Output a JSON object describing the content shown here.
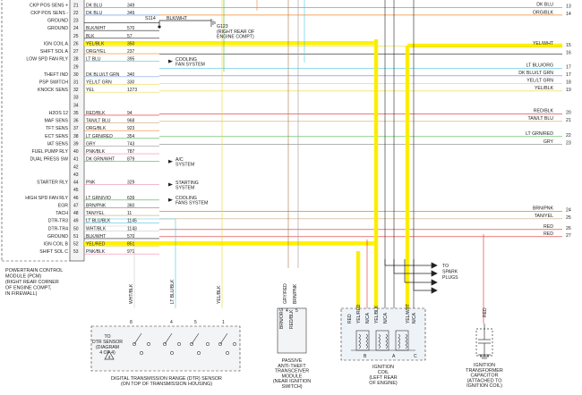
{
  "colors": {
    "highlight": "#fff100",
    "wire": "#222222",
    "orange": "#f08a24",
    "cyan": "#4cc8e0",
    "green": "#4db34d",
    "yellow_wire": "#e6d832",
    "red": "#e02828",
    "pink": "#f28db2",
    "blue": "#5a8cd8",
    "purple": "#b48ad8",
    "brown": "#a9774a",
    "tan": "#c8a878",
    "gray": "#9a9a9a",
    "white": "#cccccc"
  },
  "pcm_rows": [
    {
      "label": "CKP POS SENS +",
      "pin": "21",
      "wire": "DK BLU",
      "circuit": "349",
      "color": "blue"
    },
    {
      "label": "CKP POS SENS -",
      "pin": "22",
      "wire": "DK BLU",
      "circuit": "349",
      "color": "blue"
    },
    {
      "label": "GROUND",
      "pin": "23",
      "wire": "",
      "circuit": "",
      "color": "wire"
    },
    {
      "label": "GROUND",
      "pin": "24",
      "wire": "BLK/WHT",
      "circuit": "570",
      "color": "wire"
    },
    {
      "label": "",
      "pin": "25",
      "wire": "BLK",
      "circuit": "57",
      "color": "wire"
    },
    {
      "label": "IGN COIL A",
      "pin": "26",
      "wire": "YEL/BLK",
      "circuit": "350",
      "color": "yellow_wire",
      "highlight": true
    },
    {
      "label": "SHIFT SOL A",
      "pin": "27",
      "wire": "ORG/YEL",
      "circuit": "237",
      "color": "orange"
    },
    {
      "label": "LOW SPD FAN RLY",
      "pin": "28",
      "wire": "LT BLU",
      "circuit": "395",
      "color": "cyan"
    },
    {
      "label": "",
      "pin": "29",
      "wire": "",
      "circuit": "",
      "color": "wire"
    },
    {
      "label": "THEFT IND",
      "pin": "30",
      "wire": "DK BLU/LT GRN",
      "circuit": "340",
      "color": "blue"
    },
    {
      "label": "PSP SWITCH",
      "pin": "31",
      "wire": "YEL/LT GRN",
      "circuit": "330",
      "color": "yellow_wire"
    },
    {
      "label": "KNOCK SENS",
      "pin": "32",
      "wire": "YEL",
      "circuit": "1273",
      "color": "yellow_wire"
    },
    {
      "label": "",
      "pin": "33",
      "wire": "",
      "circuit": "",
      "color": "wire"
    },
    {
      "label": "",
      "pin": "34",
      "wire": "",
      "circuit": "",
      "color": "wire"
    },
    {
      "label": "H2OS 12",
      "pin": "35",
      "wire": "RED/BLK",
      "circuit": "94",
      "color": "red"
    },
    {
      "label": "MAF SENS",
      "pin": "36",
      "wire": "TAN/LT BLU",
      "circuit": "968",
      "color": "tan"
    },
    {
      "label": "TFT SENS",
      "pin": "37",
      "wire": "ORG/BLK",
      "circuit": "923",
      "color": "orange"
    },
    {
      "label": "ECT SENS",
      "pin": "38",
      "wire": "LT GRN/RED",
      "circuit": "354",
      "color": "green"
    },
    {
      "label": "IAT SENS",
      "pin": "39",
      "wire": "GRY",
      "circuit": "743",
      "color": "gray"
    },
    {
      "label": "FUEL PUMP RLY",
      "pin": "40",
      "wire": "PNK/BLK",
      "circuit": "787",
      "color": "pink"
    },
    {
      "label": "DUAL PRESS SW",
      "pin": "41",
      "wire": "DK GRN/WHT",
      "circuit": "879",
      "color": "green"
    },
    {
      "label": "",
      "pin": "42",
      "wire": "",
      "circuit": "",
      "color": "wire"
    },
    {
      "label": "",
      "pin": "43",
      "wire": "",
      "circuit": "",
      "color": "wire"
    },
    {
      "label": "STARTER RLY",
      "pin": "44",
      "wire": "PNK",
      "circuit": "329",
      "color": "pink"
    },
    {
      "label": "",
      "pin": "45",
      "wire": "",
      "circuit": "",
      "color": "wire"
    },
    {
      "label": "HIGH SPD FAN RLY",
      "pin": "46",
      "wire": "LT GRN/VIO",
      "circuit": "639",
      "color": "green"
    },
    {
      "label": "EGR",
      "pin": "47",
      "wire": "BRN/PNK",
      "circuit": "360",
      "color": "brown"
    },
    {
      "label": "TACH",
      "pin": "48",
      "wire": "TAN/YEL",
      "circuit": "11",
      "color": "tan"
    },
    {
      "label": "DTR-TR3",
      "pin": "49",
      "wire": "LT BLU/BLK",
      "circuit": "1145",
      "color": "cyan"
    },
    {
      "label": "DTR-TR4",
      "pin": "50",
      "wire": "WHT/BLK",
      "circuit": "1143",
      "color": "white"
    },
    {
      "label": "GROUND",
      "pin": "51",
      "wire": "BLK/WHT",
      "circuit": "570",
      "color": "wire"
    },
    {
      "label": "IGN COIL B",
      "pin": "52",
      "wire": "YEL/RED",
      "circuit": "851",
      "color": "yellow_wire",
      "highlight": true
    },
    {
      "label": "SHIFT SOL C",
      "pin": "53",
      "wire": "PNK/BLK",
      "circuit": "971",
      "color": "pink"
    }
  ],
  "pcm_caption": [
    "POWERTRAIN CONTROL",
    "MODULE (PCM)",
    "(RIGHT REAR CORNER",
    "OF ENGINE COMPT,",
    "IN FIREWALL)"
  ],
  "ground": {
    "splice": "S114",
    "wire": "BLK/WHT",
    "name": "G123",
    "desc": [
      "(RIGHT REAR OF",
      "ENGINE COMPT)"
    ]
  },
  "system_labels": [
    {
      "row": 28,
      "text": [
        "COOLING",
        "FAN SYSTEM"
      ]
    },
    {
      "row": 41,
      "text": [
        "A/C",
        "SYSTEM"
      ]
    },
    {
      "row": 44,
      "text": [
        "STARTING",
        "SYSTEM"
      ]
    },
    {
      "row": 46,
      "text": [
        "COOLING",
        "FANS SYSTEM"
      ]
    }
  ],
  "right_rows": [
    {
      "wire": "DK BLU",
      "num": "13",
      "color": "blue"
    },
    {
      "wire": "ORG/BLK",
      "num": "14",
      "color": "orange"
    },
    {
      "wire": "YEL/WHT",
      "num": "15",
      "color": "yellow_wire"
    },
    {
      "wire": "",
      "num": "16",
      "color": "wire"
    },
    {
      "wire": "LT BLU/ORG",
      "num": "17",
      "color": "cyan"
    },
    {
      "wire": "DK BLU/LT GRN",
      "num": "17",
      "color": "blue"
    },
    {
      "wire": "YEL/LT GRN",
      "num": "18",
      "color": "yellow_wire"
    },
    {
      "wire": "YEL/BLK",
      "num": "19",
      "color": "yellow_wire"
    },
    {
      "wire": "RED/BLK",
      "num": "20",
      "color": "red"
    },
    {
      "wire": "TAN/LT BLU",
      "num": "21",
      "color": "tan"
    },
    {
      "wire": "LT GRN/RED",
      "num": "22",
      "color": "green"
    },
    {
      "wire": "GRY",
      "num": "23",
      "color": "gray"
    },
    {
      "wire": "BRN/PNK",
      "num": "24",
      "color": "brown"
    },
    {
      "wire": "TAN/YEL",
      "num": "25",
      "color": "tan"
    },
    {
      "wire": "RED",
      "num": "26",
      "color": "red"
    },
    {
      "wire": "RED",
      "num": "27",
      "color": "red"
    }
  ],
  "dtr": {
    "to_label": [
      "TO",
      "DTR SENSOR",
      "(DIAGRAM",
      "4 OF 4)"
    ],
    "caption": [
      "DIGITAL TRANSMISSION RANGE (DTR) SENSOR",
      "(ON TOP OF TRANSMISSION HOUSING)"
    ],
    "wires": [
      "WHT/BLK",
      "LT BLU/BLK",
      "YEL/BLK"
    ],
    "pins": [
      "8",
      "4",
      "5",
      "1"
    ],
    "caution_mark": "4"
  },
  "pats": {
    "wires": [
      "GRY/RED",
      "BRN/PNK"
    ],
    "pins": [
      "4",
      "5"
    ],
    "inner": [
      "BRN/ORG",
      "RED/BLK"
    ],
    "caption": [
      "PASSIVE",
      "ANTI-THEFT",
      "TRANSCEIVER",
      "MODULE",
      "(NEAR IGNITION",
      "SWITCH)"
    ]
  },
  "coil": {
    "wires": [
      "RED",
      "YEL/RED",
      "N/CA",
      "YEL/BLK",
      "N/CA",
      "YEL/WHT",
      "N/CA"
    ],
    "spark_plugs": [
      "TO",
      "SPARK",
      "PLUGS"
    ],
    "terminals": [
      "B",
      "A",
      "C"
    ],
    "caption": [
      "IGNITION",
      "COIL",
      "(LEFT REAR",
      "OF ENGINE)"
    ]
  },
  "capacitor": {
    "wire": "RED",
    "caption": [
      "IGNITION",
      "TRANSFORMER",
      "CAPACITOR",
      "(ATTACHED TO",
      "IGNITION COIL)"
    ]
  }
}
